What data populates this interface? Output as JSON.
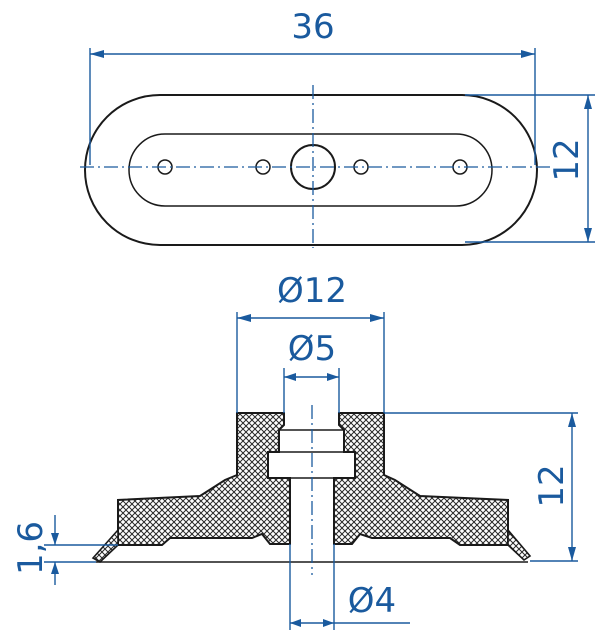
{
  "dimensions": {
    "length": "36",
    "width": "12",
    "outer_diameter": "Ø12",
    "inner_diameter": "Ø5",
    "bore_diameter": "Ø4",
    "height": "12",
    "lip_height": "1,6"
  },
  "colors": {
    "dimension": "#1a5a9e",
    "outline": "#1a1a1a",
    "hatch": "#2a2a2a",
    "background": "#ffffff"
  }
}
